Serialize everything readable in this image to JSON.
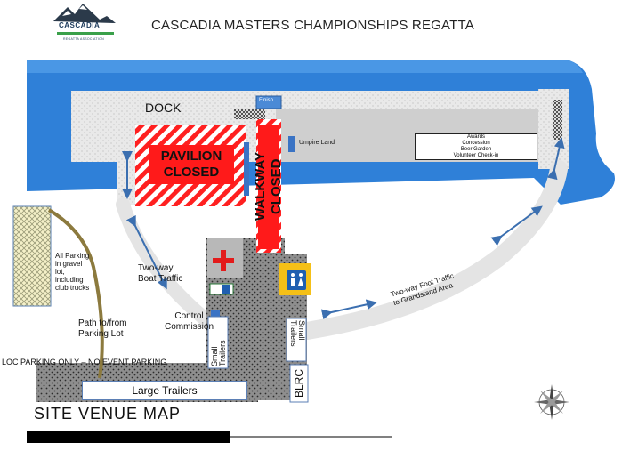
{
  "header": {
    "title": "CASCADIA MASTERS CHAMPIONSHIPS REGATTA",
    "logo_text": "CASCADIA",
    "logo_subtitle": "REGATTA ASSOCIATION"
  },
  "map": {
    "dock": "DOCK",
    "finish": "Finish",
    "pavilion_closed": [
      "PAVILION",
      "CLOSED"
    ],
    "walkway_closed": "WALKWAY CLOSED",
    "umpire_land": "Umpire Land",
    "awards_lines": [
      "Awards",
      "Concession",
      "Beer Garden",
      "Volunteer Check-in"
    ],
    "parking_note": [
      "All Parking",
      "in gravel",
      "lot,",
      "including",
      "club trucks"
    ],
    "two_way_boat": [
      "Two-way",
      "Boat Traffic"
    ],
    "control_commission": [
      "Control",
      "Commission"
    ],
    "path_parking": [
      "Path to/from",
      "Parking Lot"
    ],
    "loc_parking": "LOC PARKING ONLY – NO EVENT PARKING",
    "small_trailers_left": "Small Trailers",
    "small_trailers_right": "Small Trailers",
    "large_trailers": "Large Trailers",
    "blrc": "BLRC",
    "foot_traffic": [
      "Two-way Foot Traffic",
      "to Grandstand Area"
    ],
    "site_title": "SITE VENUE MAP"
  },
  "icons": [
    "mountain-logo-icon",
    "first-aid-cross-icon",
    "restroom-icon",
    "accessible-parking-icon",
    "compass-rose-icon",
    "two-way-arrow-icon"
  ],
  "colors": {
    "water": "#2f7fd6",
    "dock": "#eaeaea",
    "closed_red": "#ff1a1a",
    "gravel": "#8a8a8a",
    "path": "#8c7a3e"
  }
}
